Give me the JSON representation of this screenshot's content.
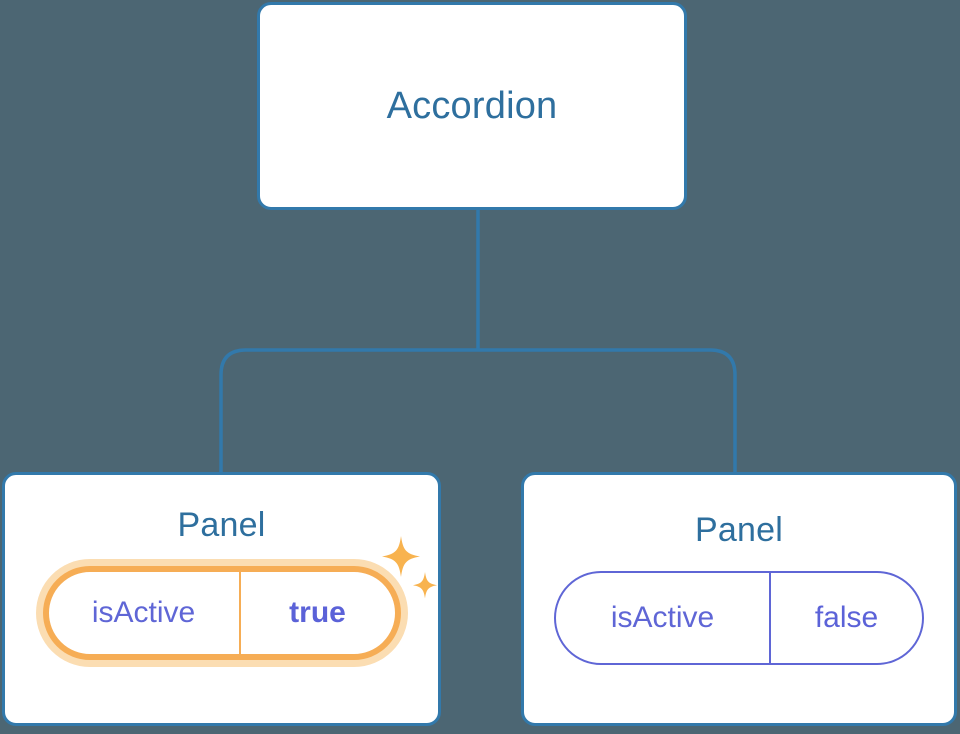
{
  "canvas": {
    "background_color": "#4c6673",
    "edge_color": "#3279ab",
    "card_border_color": "#3279ab",
    "card_background": "#ffffff"
  },
  "tree": {
    "root": {
      "label": "Accordion",
      "title_color": "#2e6f9e"
    },
    "children": [
      {
        "label": "Panel",
        "highlighted": true,
        "accent_color": "#f6ad55",
        "glow_color": "#fbddb2",
        "prop": {
          "name": "isActive",
          "value": "true",
          "value_bold": true,
          "name_color": "#5f66d6",
          "value_color": "#5b62d8"
        },
        "sparkle_icons": [
          "sparkle-large-icon",
          "sparkle-small-icon"
        ]
      },
      {
        "label": "Panel",
        "highlighted": false,
        "accent_color": "#5f66d6",
        "prop": {
          "name": "isActive",
          "value": "false",
          "value_bold": false,
          "name_color": "#5f66d6",
          "value_color": "#5f66d6"
        },
        "sparkle_icons": []
      }
    ]
  }
}
